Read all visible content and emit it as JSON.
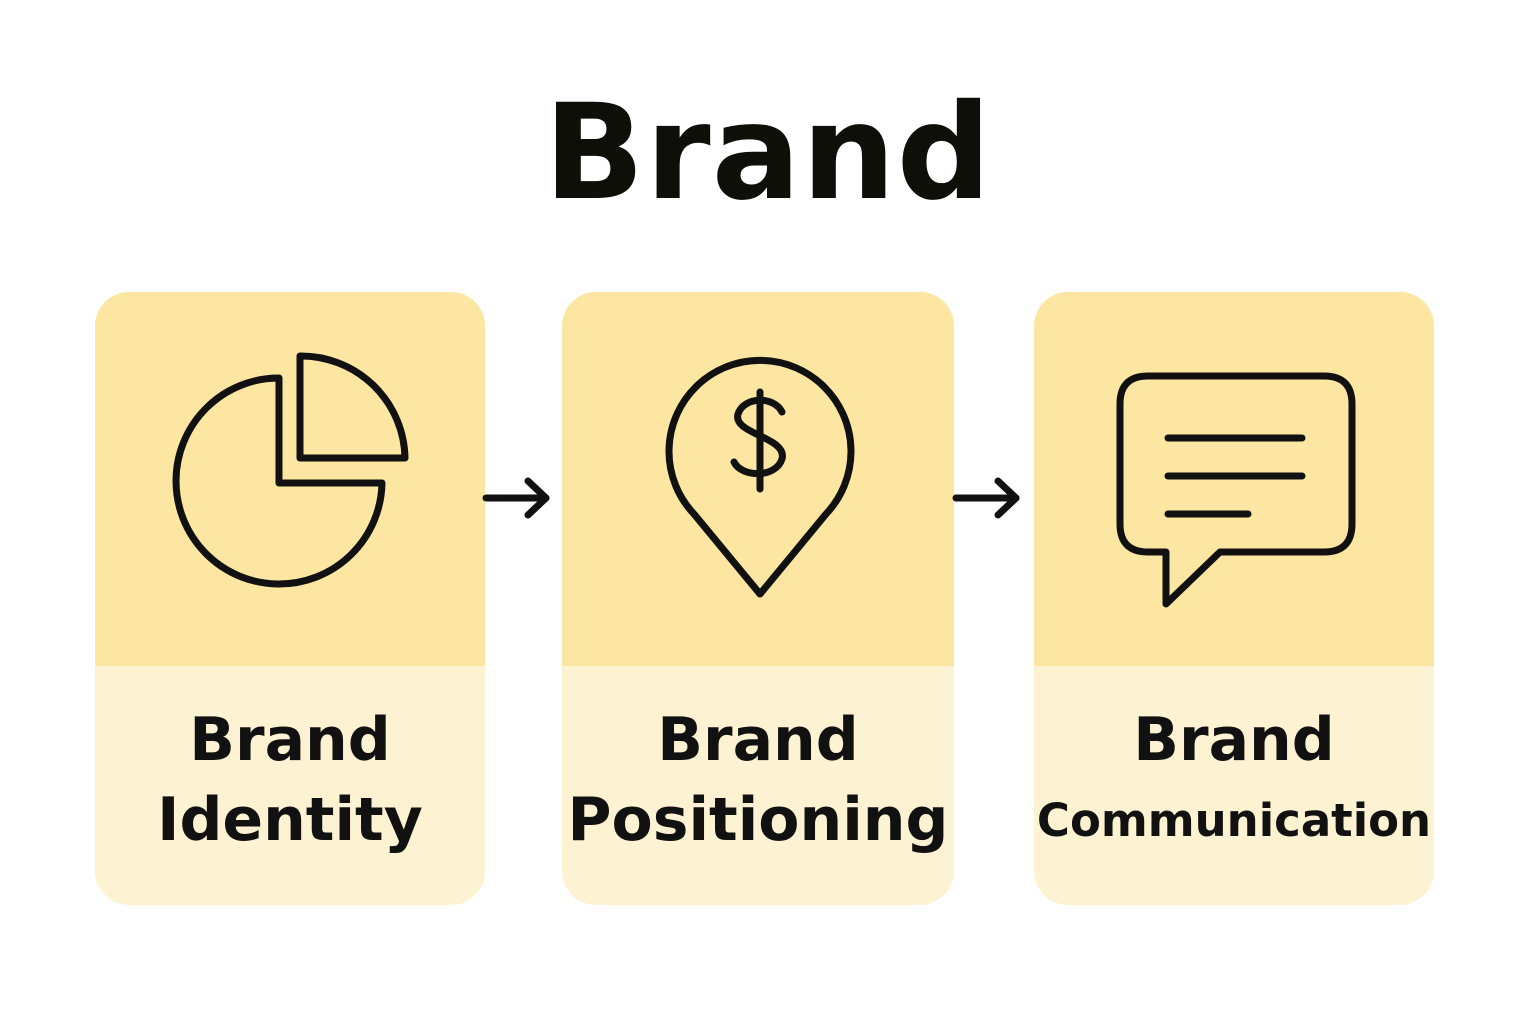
{
  "title": "Brand",
  "steps": [
    {
      "line1": "Brand",
      "line2": "Identity",
      "icon": "pie-chart-icon"
    },
    {
      "line1": "Brand",
      "line2": "Positioning",
      "icon": "location-dollar-pin-icon"
    },
    {
      "line1": "Brand",
      "line2": "Communication",
      "icon": "speech-bubble-icon"
    }
  ],
  "colors": {
    "card_top": "#fce6a1",
    "card_bottom": "#fdf3d2",
    "stroke": "#111111"
  }
}
